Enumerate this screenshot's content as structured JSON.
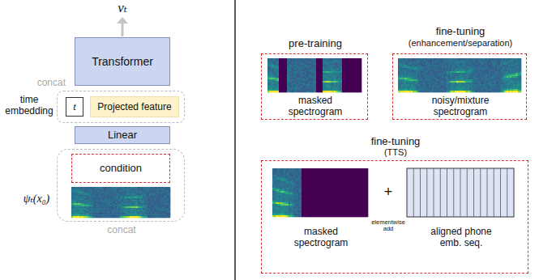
{
  "diagram": {
    "nodes": [
      {
        "text": [
          "Transformer"
        ]
      },
      {
        "text": [
          "concat"
        ]
      },
      {
        "text": [
          "t"
        ],
        "in": 1
      },
      {
        "text": [
          "Projected feature"
        ],
        "in": 1
      },
      {
        "text": [
          "Linear"
        ]
      },
      {
        "text": [
          "concat"
        ]
      },
      {
        "text": [
          "condition"
        ],
        "in": 5
      },
      {
        "text": [
          "pre-training",
          "masked spectrogram"
        ]
      },
      {
        "text": [
          "fine-tuning",
          "(enhancement/separation)",
          "noisy/mixture spectrogram"
        ]
      },
      {
        "text": [
          "fine-tuning",
          "(TTS)",
          "masked spectrogram",
          "+",
          "elementwise add",
          "aligned phone emb. seq."
        ]
      }
    ],
    "labels": [
      "vₜ",
      "time embedding",
      "ψₜ(x₀)"
    ]
  }
}
